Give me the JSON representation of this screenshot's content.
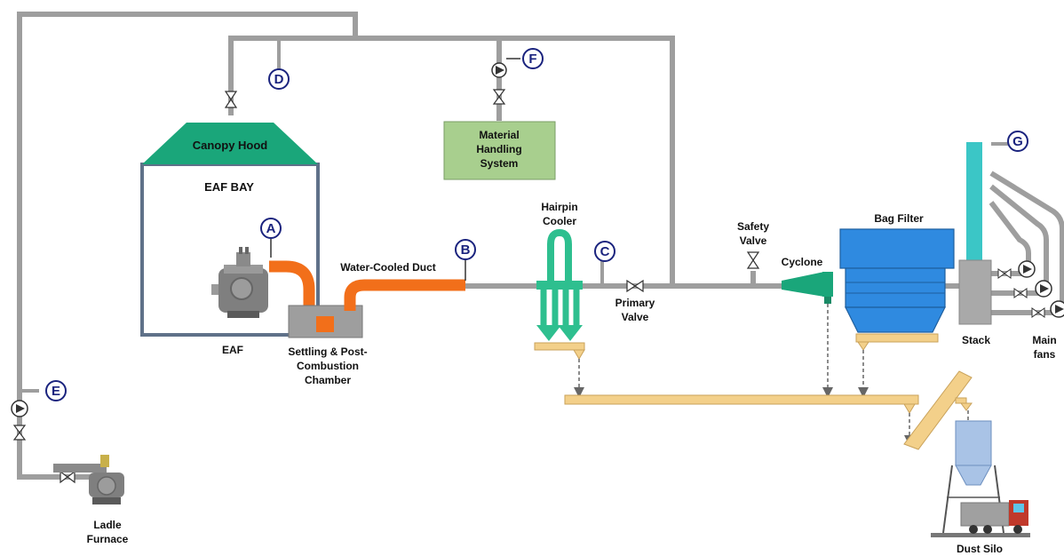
{
  "colors": {
    "pipe": "#9e9e9e",
    "canopy": "#1aa67a",
    "duct": "#f26f1a",
    "bay_wall": "#5f7189",
    "material_box": "#a8cf8e",
    "cooler": "#2ebf8f",
    "bag_filter": "#2f8ae0",
    "stack": "#3bc6c6",
    "conveyor": "#f3d08a",
    "marker_stroke": "#1a237e"
  },
  "labels": {
    "canopy_hood": "Canopy Hood",
    "eaf_bay": "EAF BAY",
    "eaf": "EAF",
    "settling_l1": "Settling & Post-",
    "settling_l2": "Combustion",
    "settling_l3": "Chamber",
    "water_cooled_duct": "Water-Cooled Duct",
    "material_l1": "Material",
    "material_l2": "Handling",
    "material_l3": "System",
    "hairpin_l1": "Hairpin",
    "hairpin_l2": "Cooler",
    "primary_l1": "Primary",
    "primary_l2": "Valve",
    "safety_l1": "Safety",
    "safety_l2": "Valve",
    "cyclone": "Cyclone",
    "bag_filter": "Bag Filter",
    "stack": "Stack",
    "main_fans_l1": "Main",
    "main_fans_l2": "fans",
    "ladle_l1": "Ladle",
    "ladle_l2": "Furnace",
    "dust_silo": "Dust Silo"
  },
  "markers": [
    "A",
    "B",
    "C",
    "D",
    "E",
    "F",
    "G"
  ]
}
